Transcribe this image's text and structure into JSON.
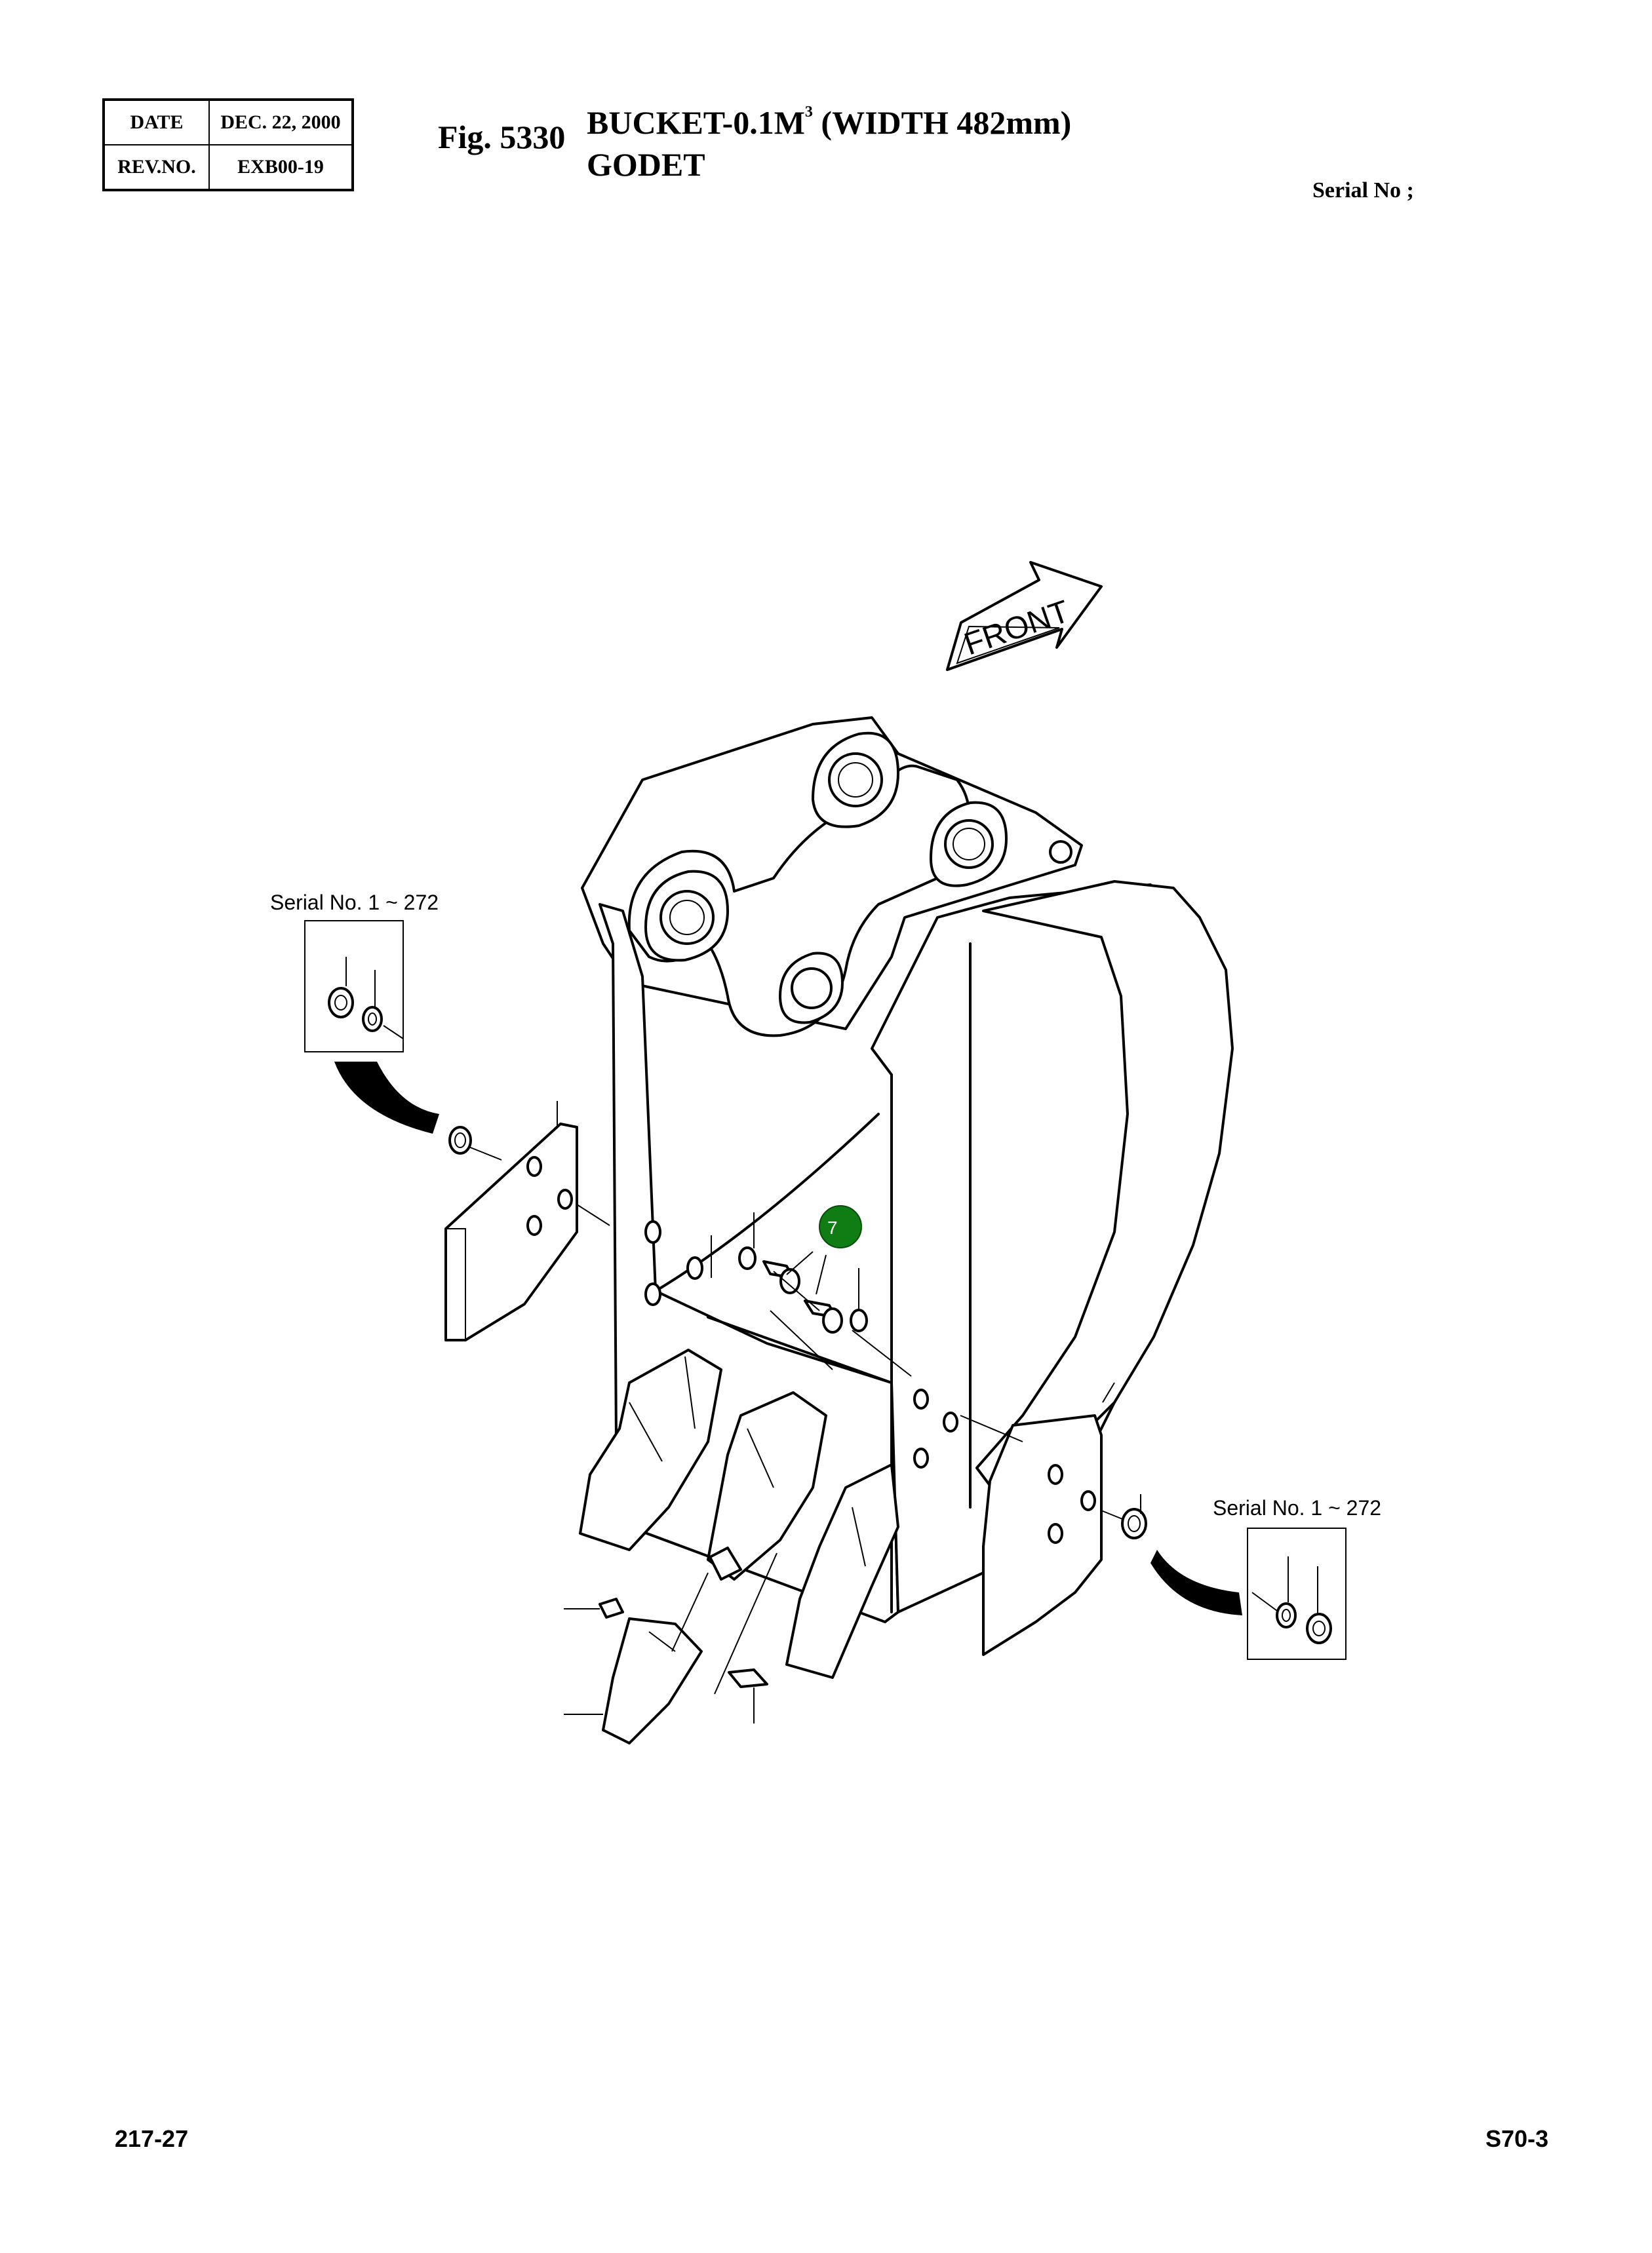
{
  "header": {
    "date_label": "DATE",
    "date_value": "DEC. 22, 2000",
    "rev_label": "REV.NO.",
    "rev_value": "EXB00-19",
    "fig_number": "Fig. 5330",
    "title_en_main": "BUCKET-0.1M",
    "title_en_sup": "3",
    "title_en_rest": " (WIDTH 482mm)",
    "title_fr": "GODET",
    "serial_no": "Serial No ;"
  },
  "diagram": {
    "front_label": "FRONT",
    "inset_left_label": "Serial No. 1 ~ 272",
    "inset_right_label": "Serial No. 1 ~ 272",
    "callout_number": "7",
    "callout_color": "#0f7d14"
  },
  "footer": {
    "left": "217-27",
    "right": "S70-3"
  }
}
